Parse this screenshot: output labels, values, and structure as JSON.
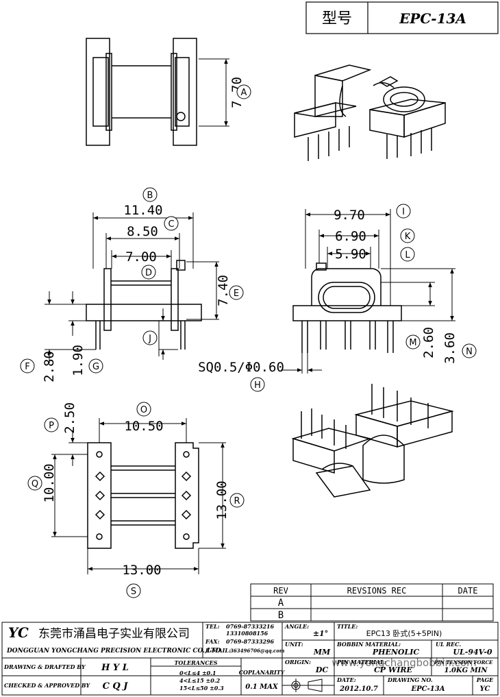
{
  "header": {
    "type_label": "型号",
    "model": "EPC-13A"
  },
  "dimensions": {
    "A": "7.70",
    "B": "11.40",
    "C": "8.50",
    "D": "7.00",
    "E": "7.40",
    "F": "2.80",
    "G": "1.90",
    "H": "SQ0.5/Φ0.60",
    "I": "9.70",
    "K": "6.90",
    "L": "5.90",
    "M": "2.60",
    "N": "3.60",
    "O": "10.50",
    "P": "2.50",
    "Q": "10.00",
    "R": "13.00",
    "S": "13.00"
  },
  "callouts": [
    "A",
    "B",
    "C",
    "D",
    "E",
    "F",
    "G",
    "H",
    "I",
    "J",
    "K",
    "L",
    "M",
    "N",
    "O",
    "P",
    "Q",
    "R",
    "S"
  ],
  "revisions": {
    "rev_header": "REV",
    "rec_header": "REVSIONS REC",
    "date_header": "DATE",
    "rows": [
      "A",
      "B"
    ]
  },
  "company": {
    "logo": "YC",
    "name_cn": "东莞市涌昌电子实业有限公司",
    "name_en": "DONGGUAN YONGCHANG PRECISION ELECTRONIC CO.,LTD",
    "tel_label": "TEL:",
    "tel1": "0769-87333216",
    "tel2": "13310808156",
    "fax_label": "FAX:",
    "fax": "0769-87333296",
    "email_label": "E-MAIL:",
    "email": "363496706@qq.com"
  },
  "title_block": {
    "angle_label": "ANGLE:",
    "angle": "±1°",
    "title_label": "TITLE:",
    "title": "EPC13 卧式(5+5PIN)",
    "unit_label": "UNIT:",
    "unit": "MM",
    "bobbin_label": "BOBBIN MATERIAL:",
    "bobbin": "PHENOLIC",
    "ulrec_label": "UL REC.",
    "ulrec": "UL-94V-0",
    "origin_label": "ORIGIN:",
    "origin": "DC",
    "pin_label": "PIN MATERIAL:",
    "pin": "CP WIRE",
    "tension_label": "PIN TENSION FORCE",
    "tension": "1.0KG MIN",
    "drawn_label": "DRAWING & DRAFTED BY",
    "drawn": "H Y L",
    "checked_label": "CHECKED & APPROVED BY",
    "checked": "C Q J",
    "tol_label": "TOLERANCES",
    "tol1": "0<L≤4   ±0.1",
    "tol2": "4<L≤15  ±0.2",
    "tol3": "15<L≤50  ±0.3",
    "coplanarity_label": "COPLANARITY",
    "coplanarity": "0.1 MAX",
    "date_label": "DATE:",
    "date": "2012.10.7",
    "drawing_no_label": "DRAWING NO.",
    "drawing_no": "EPC-13A",
    "page_label": "PAGE",
    "page": "YC"
  },
  "watermark": "www.yongchangbobbin.com"
}
